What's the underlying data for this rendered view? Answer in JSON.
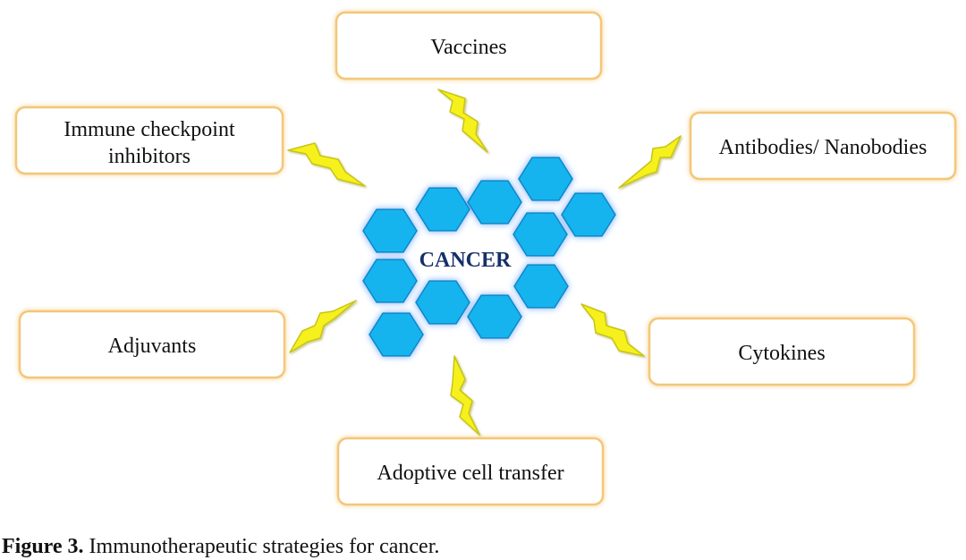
{
  "center_label": "CANCER",
  "strategies": {
    "vaccines": "Vaccines",
    "checkpoint_line1": "Immune checkpoint",
    "checkpoint_line2": "inhibitors",
    "antibodies": "Antibodies/ Nanobodies",
    "adjuvants": "Adjuvants",
    "cytokines": "Cytokines",
    "adoptive": "Adoptive cell transfer"
  },
  "caption": {
    "label": "Figure 3.",
    "text": "Immunotherapeutic strategies for cancer."
  },
  "colors": {
    "hexagon_fill": "#12b4ef",
    "hexagon_glow": "#6fa8ff",
    "box_border": "#f3c77a",
    "bolt_fill": "#f6f11a",
    "center_text": "#17306b"
  }
}
